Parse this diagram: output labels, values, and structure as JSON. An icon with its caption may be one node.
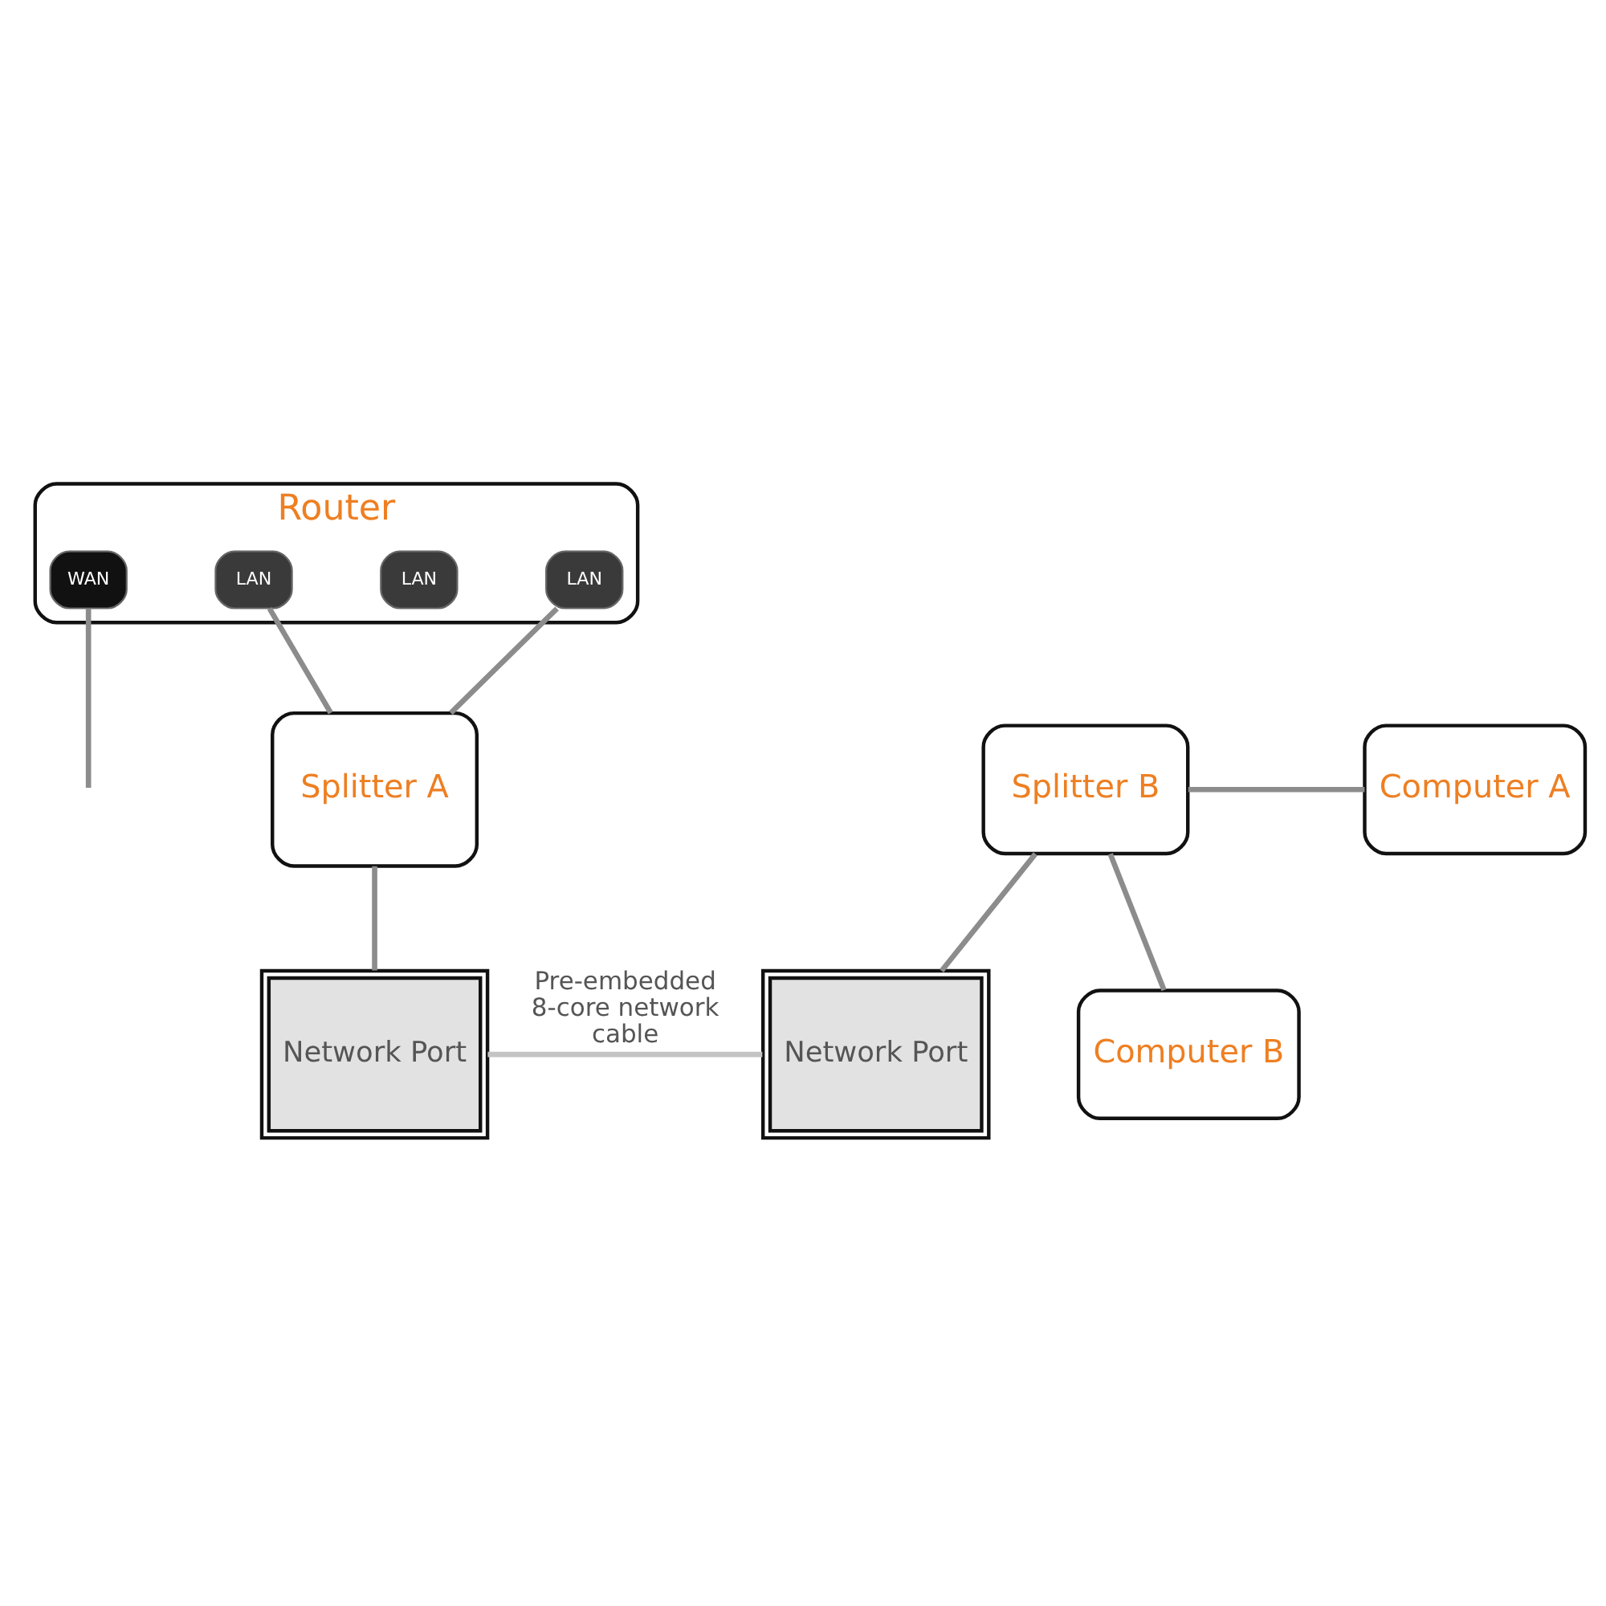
{
  "diagram": {
    "nodes": [
      {
        "text": [
          "Router"
        ]
      },
      {
        "text": [
          "WAN"
        ],
        "in": 0
      },
      {
        "text": [
          "LAN"
        ],
        "in": 0
      },
      {
        "text": [
          "LAN"
        ],
        "in": 0
      },
      {
        "text": [
          "LAN"
        ],
        "in": 0
      },
      {
        "text": [
          "Splitter A"
        ]
      },
      {
        "text": [
          "Network Port"
        ]
      },
      {
        "text": [
          "Network Port"
        ]
      },
      {
        "text": [
          "Splitter B"
        ]
      },
      {
        "text": [
          "Computer A"
        ]
      },
      {
        "text": [
          "Computer B"
        ]
      }
    ],
    "edges": [
      {
        "from": null,
        "to": 1,
        "arrow": "none"
      },
      {
        "from": 3,
        "to": 5,
        "arrow": "none"
      },
      {
        "from": 4,
        "to": 5,
        "arrow": "none"
      },
      {
        "from": 5,
        "to": 6,
        "arrow": "none"
      },
      {
        "from": 6,
        "to": 7,
        "arrow": "none",
        "label": "Pre-embedded 8-core network cable",
        "color": "#c4c4c4"
      },
      {
        "from": 7,
        "to": 8,
        "arrow": "none"
      },
      {
        "from": 8,
        "to": 9,
        "arrow": "none"
      },
      {
        "from": 8,
        "to": 10,
        "arrow": "none"
      }
    ]
  }
}
